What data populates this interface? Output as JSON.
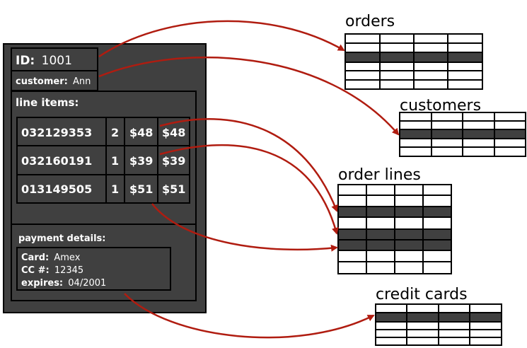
{
  "order": {
    "id_key": "ID:",
    "id_value": "1001",
    "customer_key": "customer:",
    "customer_value": "Ann",
    "line_items_label": "line items:",
    "line_items": [
      {
        "code": "032129353",
        "qty": "2",
        "price": "$48",
        "total": "$48"
      },
      {
        "code": "032160191",
        "qty": "1",
        "price": "$39",
        "total": "$39"
      },
      {
        "code": "013149505",
        "qty": "1",
        "price": "$51",
        "total": "$51"
      }
    ],
    "payment_label": "payment details:",
    "payment": {
      "card_key": "Card:",
      "card_value": "Amex",
      "cc_key": "CC #:",
      "cc_value": "12345",
      "expires_key": "expires:",
      "expires_value": "04/2001"
    }
  },
  "tables": {
    "orders": "orders",
    "customers": "customers",
    "order_lines": "order lines",
    "credit_cards": "credit cards"
  },
  "colors": {
    "panel": "#404040",
    "border": "#000000",
    "arrow": "#b01c10",
    "highlight_row": "#404040"
  }
}
